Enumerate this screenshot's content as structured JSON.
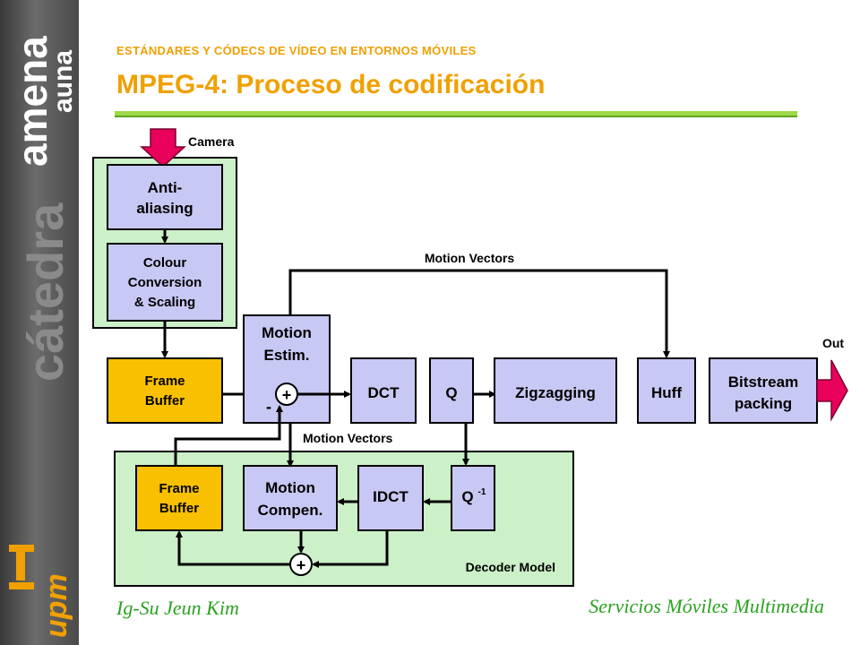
{
  "header": {
    "subtitle": "ESTÁNDARES Y CÓDECS DE VÍDEO EN ENTORNOS MÓVILES",
    "title": "MPEG-4: Proceso de codificación"
  },
  "sidebar": {
    "logo_text_1": "cátedra",
    "logo_text_2": "amena",
    "logo_text_3": "auna",
    "upm_text": "upm"
  },
  "diagram": {
    "camera_label": "Camera",
    "anti_aliasing": [
      "Anti-",
      "aliasing"
    ],
    "colour_conversion": [
      "Colour",
      "Conversion",
      "& Scaling"
    ],
    "frame_buffer_top": [
      "Frame",
      "Buffer"
    ],
    "motion_estim": [
      "Motion",
      "Estim."
    ],
    "plus": "+",
    "minus": "-",
    "dct": "DCT",
    "q": "Q",
    "zigzagging": "Zigzagging",
    "huff": "Huff",
    "bitstream": [
      "Bitstream",
      "packing"
    ],
    "out_label": "Out",
    "motion_vectors_top": "Motion Vectors",
    "motion_vectors_mid": "Motion Vectors",
    "frame_buffer_bottom": [
      "Frame",
      "Buffer"
    ],
    "motion_compen": [
      "Motion",
      "Compen."
    ],
    "idct": "IDCT",
    "q_inv": "Q",
    "q_inv_sup": "-1",
    "plus_bottom": "+",
    "decoder_model": "Decoder Model"
  },
  "footer": {
    "author": "Ig-Su Jeun Kim",
    "course": "Servicios Móviles Multimedia"
  },
  "colors": {
    "accent": "#f0a000",
    "green_text": "#2aa21f",
    "box_fill": "#c8c8f4",
    "frame_fill": "#f8c000",
    "panel_fill": "#ccf0c8",
    "arrow_red": "#e8005a"
  }
}
